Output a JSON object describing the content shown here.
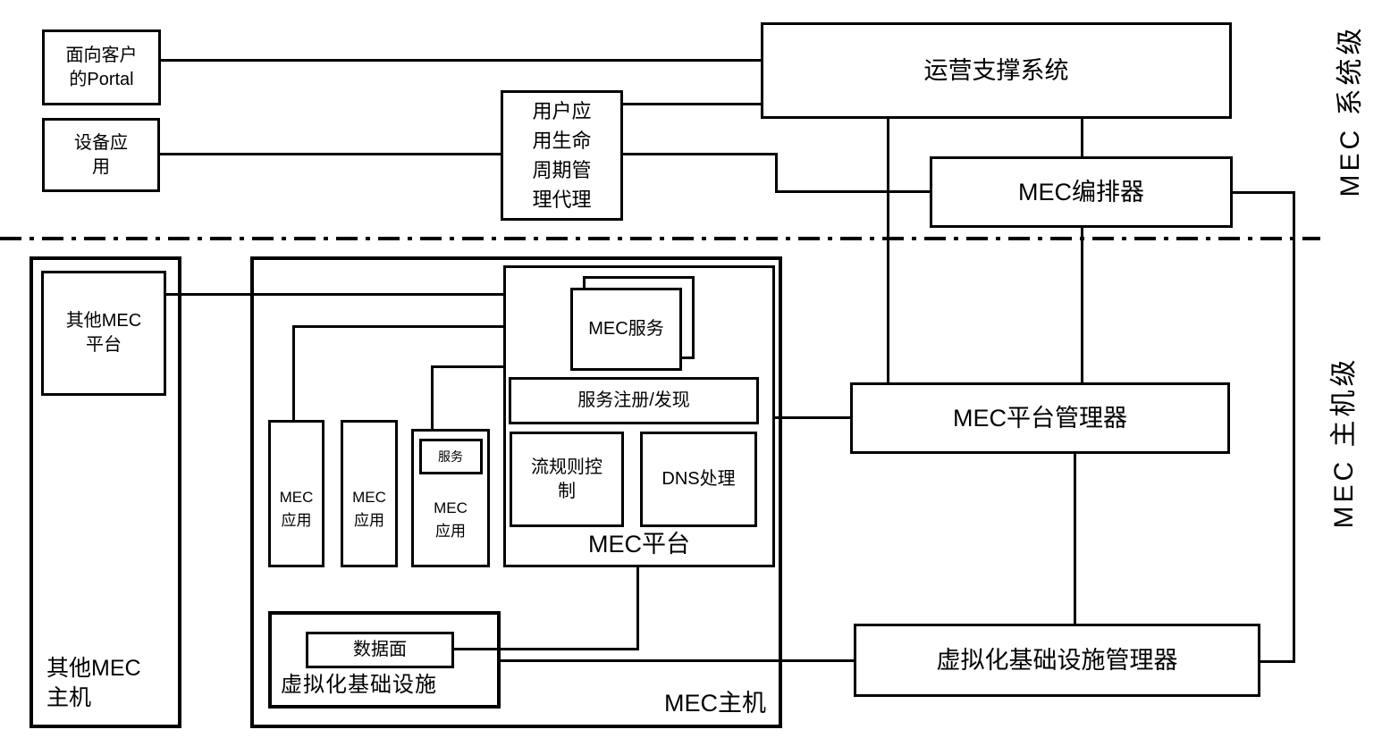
{
  "section_labels": {
    "system_level": "MEC 系统级",
    "host_level": "MEC 主机级"
  },
  "nodes": {
    "customer_portal": "面向客户\n的Portal",
    "device_app": "设备应\n用",
    "user_app_lcm_proxy": "用户应\n用生命\n周期管\n理代理",
    "oss": "运营支撑系统",
    "mec_orchestrator": "MEC编排器",
    "other_mec_platform": "其他MEC\n平台",
    "other_mec_host": "其他MEC\n主机",
    "mec_host": "MEC主机",
    "mec_platform": "MEC平台",
    "mec_service": "MEC服务",
    "service_registry_discovery": "服务注册/发现",
    "traffic_rules_control": "流规则控\n制",
    "dns_handling": "DNS处理",
    "mec_apps": [
      "MEC\n应用",
      "MEC\n应用",
      "MEC\n应用"
    ],
    "service": "服务",
    "virtualization_infrastructure": "虚拟化基础设施",
    "data_plane": "数据面",
    "mec_platform_manager": "MEC平台管理器",
    "virtualization_infrastructure_manager": "虚拟化基础设施管理器"
  },
  "colors": {
    "stroke": "#000000",
    "background": "#ffffff",
    "text": "#000000"
  }
}
